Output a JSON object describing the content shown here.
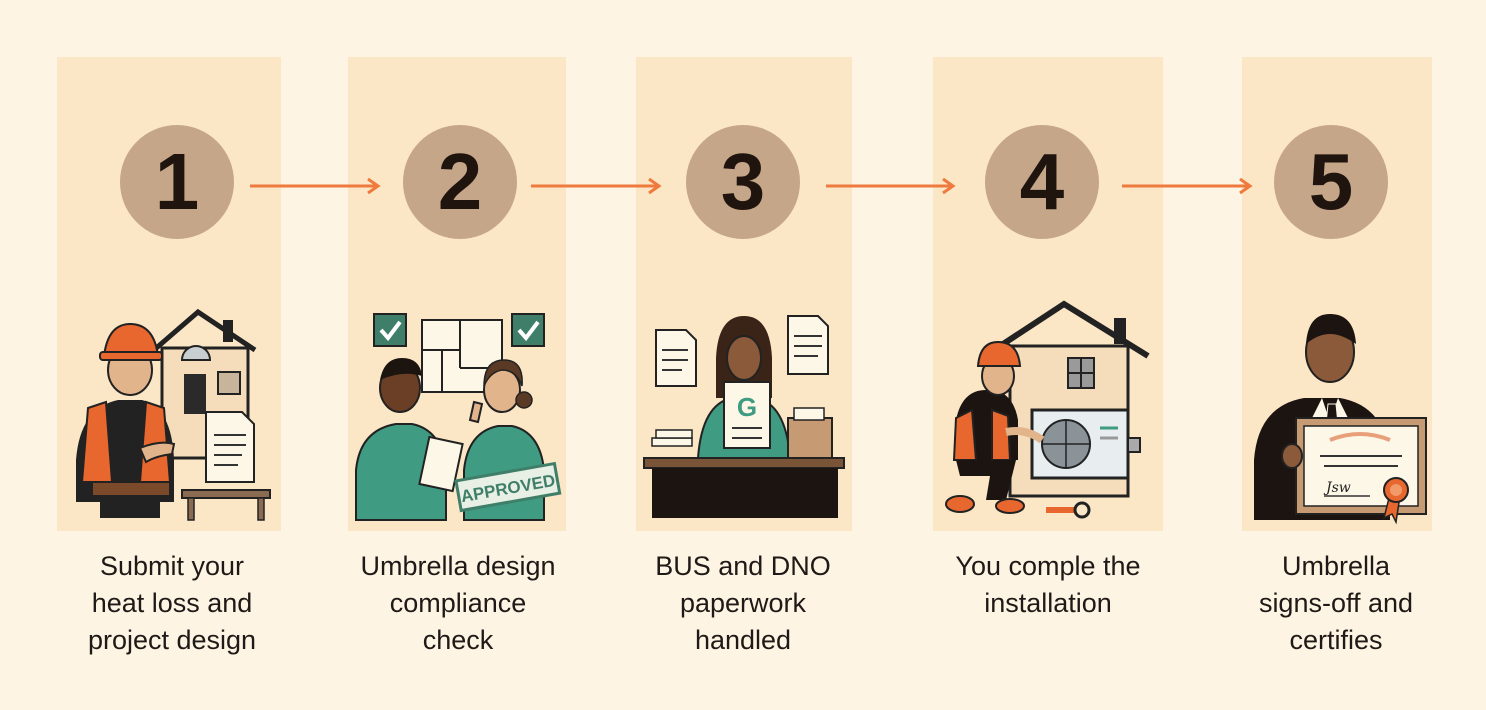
{
  "steps": [
    {
      "number": "1",
      "caption": [
        "Submit your",
        "heat loss and",
        "project design"
      ]
    },
    {
      "number": "2",
      "caption": [
        "Umbrella design",
        "compliance",
        "check"
      ],
      "stamp": "APPROVED"
    },
    {
      "number": "3",
      "caption": [
        "BUS and DNO",
        "paperwork",
        "handled"
      ],
      "doc_letter": "G"
    },
    {
      "number": "4",
      "caption": [
        "You comple the",
        "installation"
      ]
    },
    {
      "number": "5",
      "caption": [
        "Umbrella",
        "signs-off and",
        "certifies"
      ],
      "signature": "Jsw"
    }
  ],
  "colors": {
    "background": "#fdf4e3",
    "panel": "#fbe6c6",
    "circle": "#c6a688",
    "arrow": "#ee7a3d",
    "accent_orange": "#e7672e",
    "accent_teal": "#3f9b82"
  }
}
